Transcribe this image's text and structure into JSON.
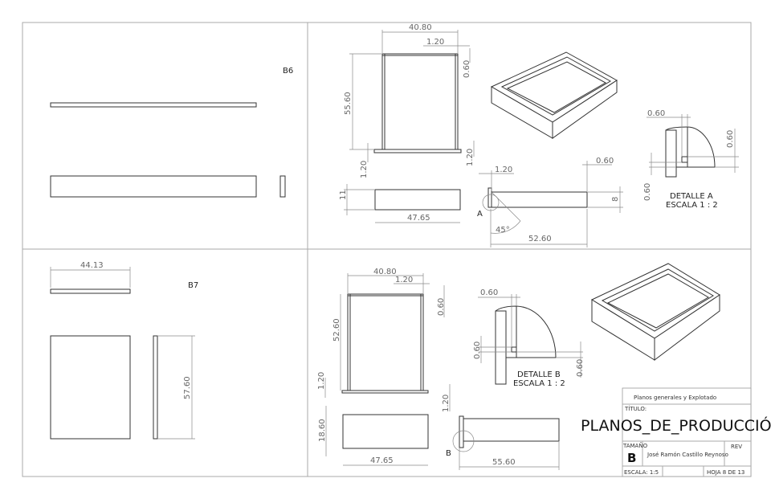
{
  "sheet": {
    "part_labels": {
      "top": "B6",
      "bottom": "B7"
    },
    "b6": {},
    "b7": {
      "width": "44.13",
      "height": "57.60"
    },
    "top_assembly": {
      "width": "40.80",
      "wall": "1.20",
      "top_gap": "0.60",
      "height": "55.60",
      "bottom_left": "1.20",
      "bottom_right": "1.20",
      "side_height": "11",
      "side_width": "47.65",
      "drawer_front": "1.20",
      "drawer_back": "0.60",
      "drawer_height": "8",
      "drawer_length": "52.60",
      "angle": "45°",
      "detail_marker": "A"
    },
    "detail_a": {
      "dim_top": "0.60",
      "dim_right": "0.60",
      "dim_left": "0.60",
      "title": "DETALLE A",
      "scale": "ESCALA 1 : 2"
    },
    "bottom_assembly": {
      "width": "40.80",
      "wall": "1.20",
      "top_gap": "0.60",
      "height": "52.60",
      "bottom_left": "1.20",
      "bottom_right": "1.20",
      "side_height": "18.60",
      "side_width": "47.65",
      "drawer_length": "55.60",
      "detail_marker": "B"
    },
    "detail_b": {
      "dim_top": "0.60",
      "dim_left": "0.60",
      "dim_right": "0.60",
      "title": "DETALLE B",
      "scale": "ESCALA 1 : 2"
    }
  },
  "title_block": {
    "subtitle": "Planos generales y Explotado",
    "title_label": "TÍTULO:",
    "title": "PLANOS_DE_PRODUCCIÓN",
    "size_label": "TAMAÑO",
    "size": "B",
    "author": "José Ramón Castillo Reynoso",
    "rev_label": "REV",
    "scale": "ESCALA: 1:5",
    "sheet": "HOJA 8 DE 13"
  }
}
